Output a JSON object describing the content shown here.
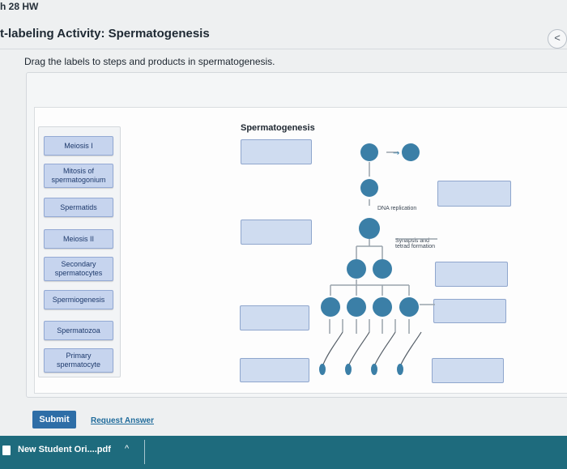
{
  "topbar": {
    "title": "h 28 HW"
  },
  "header": {
    "title": "t-labeling Activity: Spermatogenesis",
    "back_icon": "<"
  },
  "instruction": "Drag the labels to steps and products in spermatogenesis.",
  "label_bank": [
    "Meiosis I",
    "Mitosis of spermatogonium",
    "Spermatids",
    "Meiosis II",
    "Secondary spermatocytes",
    "Spermiogenesis",
    "Spermatozoa",
    "Primary spermatocyte"
  ],
  "diagram": {
    "title": "Spermatogenesis",
    "dna_label": "DNA replication",
    "synapsis_label_1": "Synapsis and",
    "synapsis_label_2": "tetrad formation"
  },
  "actions": {
    "submit": "Submit",
    "request_answer": "Request Answer"
  },
  "download": {
    "file_name": "New Student Ori....pdf",
    "chevron": "^"
  },
  "colors": {
    "chip_fill": "#c6d4ee",
    "drop_fill": "#cfdcf0",
    "submit": "#2e6ea7",
    "download_bar": "#1e6b7d",
    "cell": "#3b7fa7"
  }
}
